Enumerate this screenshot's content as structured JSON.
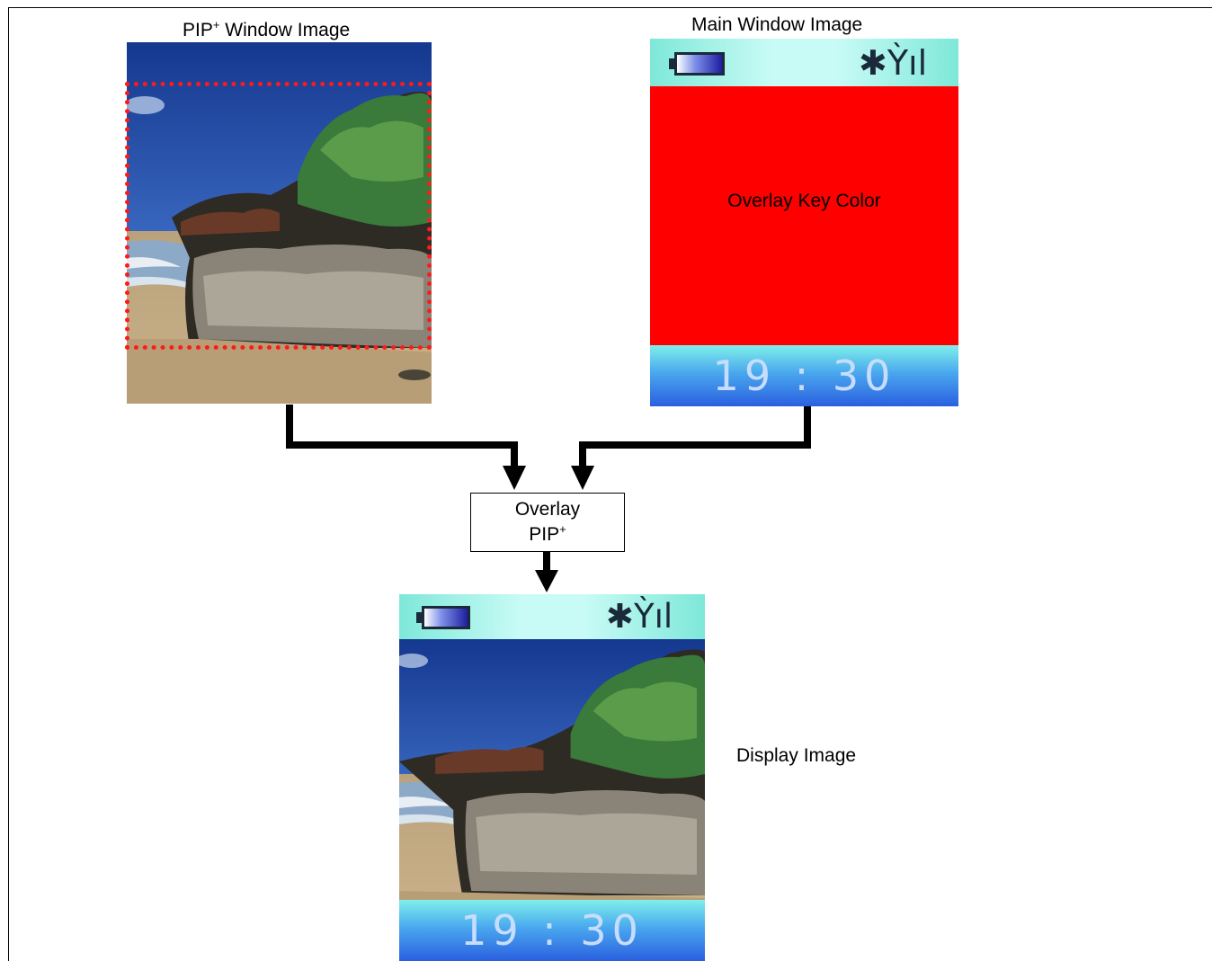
{
  "labels": {
    "pip_window": {
      "text": "PIP",
      "sup": "+",
      "suffix": " Window Image"
    },
    "main_window": "Main Window Image",
    "display": "Display Image"
  },
  "main_window": {
    "key_color_label": "Overlay Key Color",
    "key_color": "#ff0000",
    "clock": "19 : 30"
  },
  "overlay_box": {
    "line1": "Overlay",
    "line2": "PIP",
    "line2_sup": "+"
  },
  "display": {
    "clock": "19 : 30"
  },
  "icons": {
    "battery": "battery-icon",
    "bluetooth": "bluetooth-asterisk-icon",
    "signal": "signal-antenna-icon"
  },
  "colors": {
    "roi_border": "#ff1a1a",
    "status_bar": "#c9fbf6",
    "clock_bar": "#2a5fe0"
  }
}
